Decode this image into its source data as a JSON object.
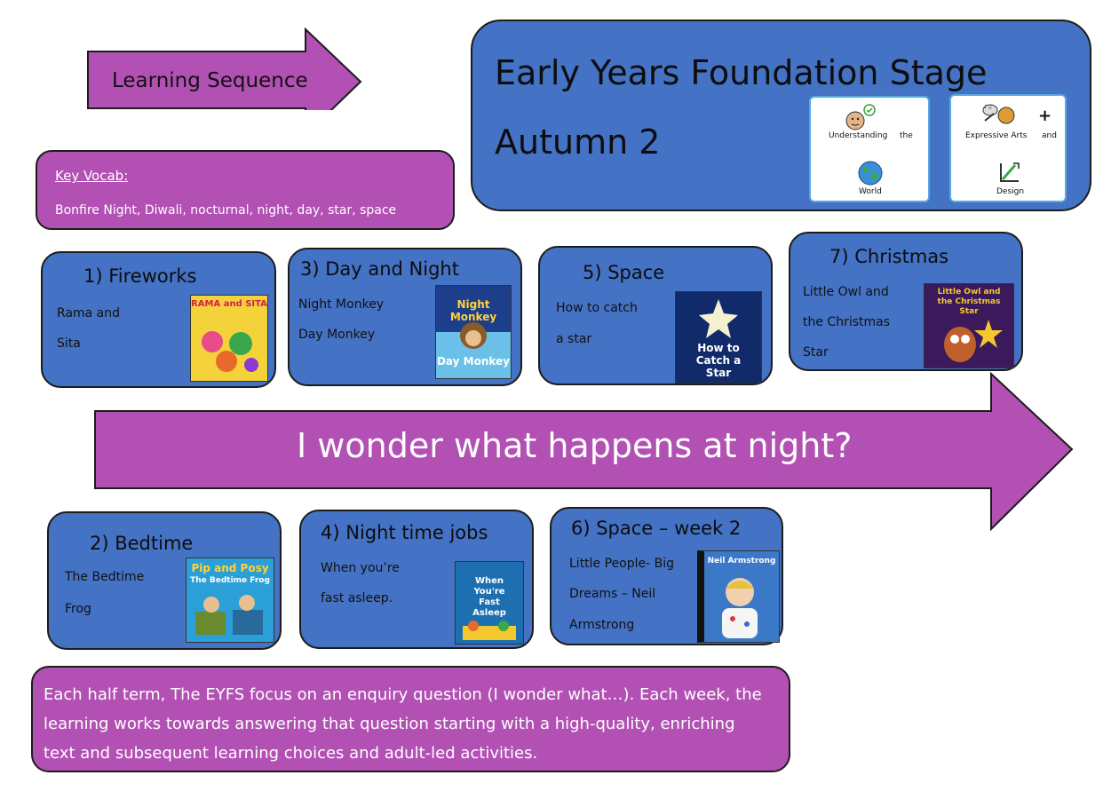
{
  "header_arrow": {
    "label": "Learning Sequence"
  },
  "title_box": {
    "line1": "Early Years Foundation Stage",
    "line2": "Autumn 2"
  },
  "symbol_cards": [
    {
      "words": [
        "Understanding",
        "the",
        "World"
      ],
      "icons": [
        "person-thinking-icon",
        "globe-icon"
      ]
    },
    {
      "words": [
        "Expressive Arts",
        "+",
        "and",
        "Design"
      ],
      "icons": [
        "arts-icon",
        "design-icon"
      ]
    }
  ],
  "vocab": {
    "heading": "Key Vocab:",
    "words": "Bonfire Night, Diwali, nocturnal, night, day, star, space"
  },
  "main_arrow": {
    "question": "I wonder what happens at night?"
  },
  "weeks": [
    {
      "title": "1)  Fireworks",
      "lines": [
        "Rama and",
        "Sita"
      ],
      "cover": {
        "text": "RAMA and SITA",
        "bg": "#f4d23a",
        "fg": "#d6204a"
      }
    },
    {
      "title": "3) Day and Night",
      "lines": [
        "Night Monkey",
        "Day Monkey"
      ],
      "cover": {
        "text": "Night Monkey",
        "text2": "Day Monkey",
        "bg": "#3a8fd0",
        "fg": "#ffffff"
      }
    },
    {
      "title": "5) Space",
      "lines": [
        "How to catch",
        "a star"
      ],
      "cover": {
        "text": "How to Catch a Star",
        "bg": "#102a6a",
        "fg": "#ffffff"
      }
    },
    {
      "title": "7) Christmas",
      "lines": [
        "Little Owl and",
        "the Christmas",
        "Star"
      ],
      "cover": {
        "text": "Little Owl and the Christmas Star",
        "bg": "#3a1a5a",
        "fg": "#f5c830"
      }
    },
    {
      "title": "2) Bedtime",
      "lines": [
        "The Bedtime",
        "Frog"
      ],
      "cover": {
        "text": "Pip and Posy",
        "text2": "The Bedtime Frog",
        "bg": "#2a9fd8",
        "fg": "#ffd23a"
      }
    },
    {
      "title": "4)  Night time jobs",
      "lines": [
        "When you’re",
        "fast asleep."
      ],
      "cover": {
        "text": "When You're Fast Asleep",
        "bg": "#1d6fb0",
        "fg": "#ffffff"
      }
    },
    {
      "title": "6) Space – week 2",
      "lines": [
        "Little People- Big",
        "Dreams – Neil",
        "Armstrong"
      ],
      "cover": {
        "text": "Neil Armstrong",
        "bg": "#3b78c8",
        "fg": "#ffffff"
      }
    }
  ],
  "footer": {
    "text": "Each half term, The EYFS focus on an enquiry question (I wonder what…). Each week, the learning works towards answering that question starting with a high-quality, enriching text and subsequent learning choices and adult-led activities."
  },
  "colors": {
    "purple": "#b250b4",
    "blue": "#4472c4",
    "outline": "#1c1c1c"
  }
}
